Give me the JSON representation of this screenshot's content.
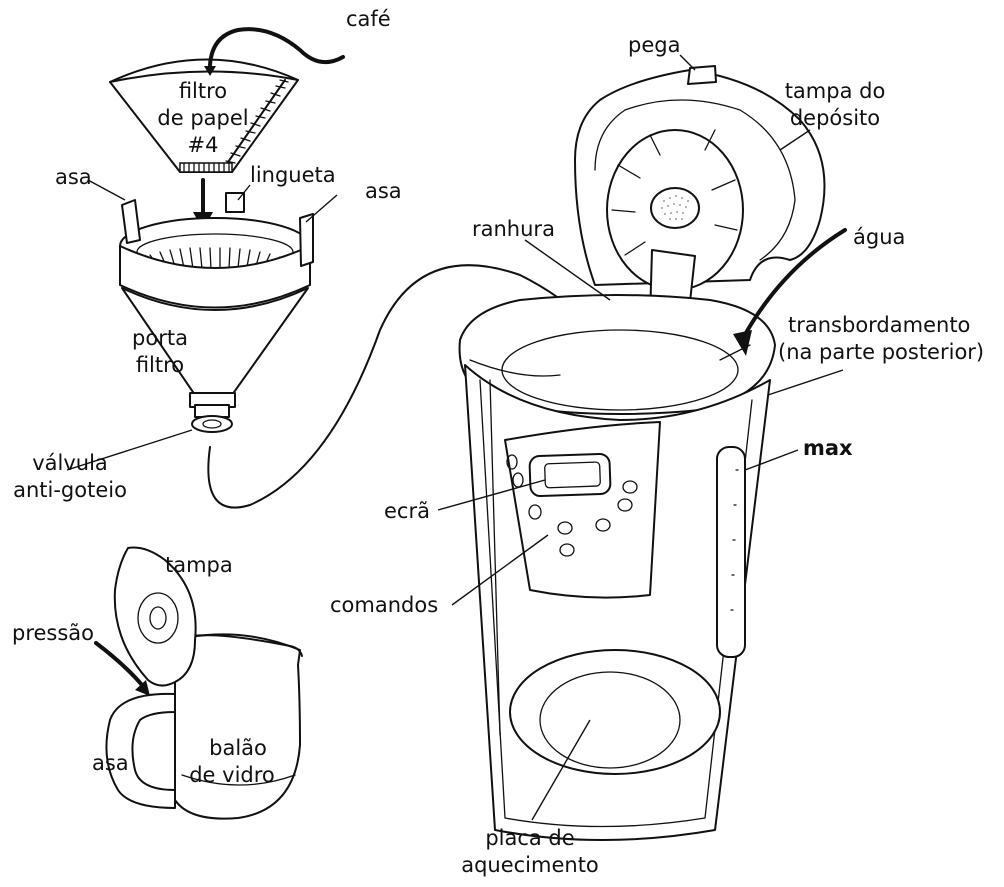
{
  "labels": {
    "cafe": "café",
    "filtro_l1": "filtro",
    "filtro_l2": "de papel",
    "filtro_l3": "#4",
    "asa_left": "asa",
    "lingueta": "lingueta",
    "asa_right": "asa",
    "porta_l1": "porta",
    "porta_l2": "filtro",
    "valvula_l1": "válvula",
    "valvula_l2": "anti-goteio",
    "tampa": "tampa",
    "pressao": "pressão",
    "asa_jug": "asa",
    "balao_l1": "balão",
    "balao_l2": "de vidro",
    "pega": "pega",
    "tampa_dep_l1": "tampa do",
    "tampa_dep_l2": "depósito",
    "ranhura": "ranhura",
    "agua": "água",
    "transb_l1": "transbordamento",
    "transb_l2": "(na parte posterior)",
    "max": "max",
    "ecra": "ecrã",
    "comandos": "comandos",
    "placa_l1": "placa de",
    "placa_l2": "aquecimento"
  }
}
